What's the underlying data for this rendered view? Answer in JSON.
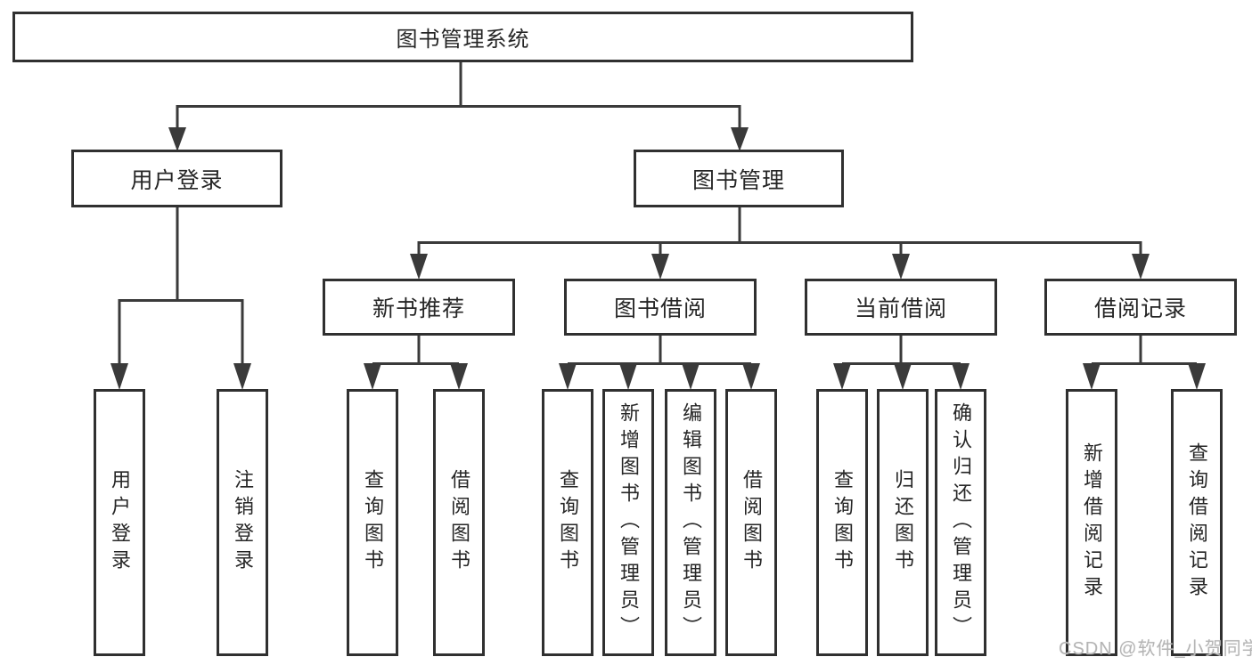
{
  "diagram": {
    "nodes": {
      "root": {
        "label": "图书管理系统"
      },
      "user_login": {
        "label": "用户登录"
      },
      "book_mgmt": {
        "label": "图书管理"
      },
      "new_book_recommend": {
        "label": "新书推荐"
      },
      "book_borrow": {
        "label": "图书借阅"
      },
      "current_borrow": {
        "label": "当前借阅"
      },
      "borrow_records": {
        "label": "借阅记录"
      },
      "leaf_user_login": {
        "label": "用户登录"
      },
      "leaf_logout": {
        "label": "注销登录"
      },
      "leaf_query_book_recommend": {
        "label": "查询图书"
      },
      "leaf_borrow_book_recommend": {
        "label": "借阅图书"
      },
      "leaf_query_book_borrow": {
        "label": "查询图书"
      },
      "leaf_add_book_admin": {
        "label": "新增图书（管理员）"
      },
      "leaf_edit_book_admin": {
        "label": "编辑图书（管理员）"
      },
      "leaf_borrow_book_borrow": {
        "label": "借阅图书"
      },
      "leaf_query_book_current": {
        "label": "查询图书"
      },
      "leaf_return_book": {
        "label": "归还图书"
      },
      "leaf_confirm_return_admin": {
        "label": "确认归还（管理员）"
      },
      "leaf_add_borrow_record": {
        "label": "新增借阅记录"
      },
      "leaf_query_borrow_record": {
        "label": "查询借阅记录"
      }
    },
    "colors": {
      "line": "#3a3a3a",
      "border": "#303030",
      "text": "#262626",
      "watermark": "#b5b5b5",
      "background": "#ffffff"
    }
  },
  "watermark": {
    "text": "CSDN @软件_小贺同学"
  }
}
